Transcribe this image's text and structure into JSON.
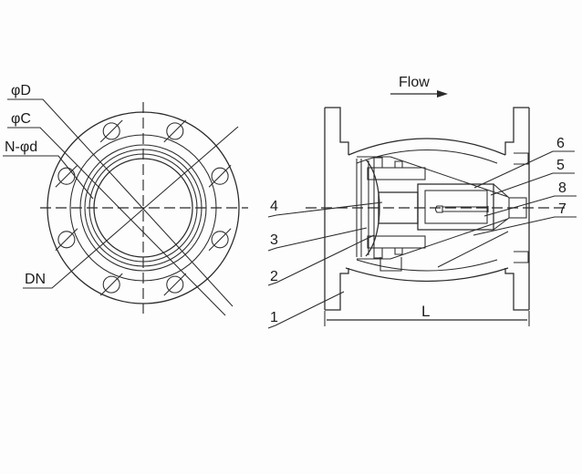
{
  "drawing": {
    "front_view": {
      "labels": [
        {
          "id": "flange-outer-diameter",
          "text": "φD"
        },
        {
          "id": "bolt-circle-diameter",
          "text": "φC"
        },
        {
          "id": "bolt-holes",
          "text": "N-φd"
        },
        {
          "id": "nominal-diameter",
          "text": "DN"
        }
      ]
    },
    "side_view": {
      "flow_label": "Flow",
      "length_label": "L",
      "part_numbers": [
        "1",
        "2",
        "3",
        "4",
        "5",
        "6",
        "7",
        "8"
      ]
    },
    "colors": {
      "line": "#2a2a2a",
      "background": "#ffffff"
    }
  }
}
